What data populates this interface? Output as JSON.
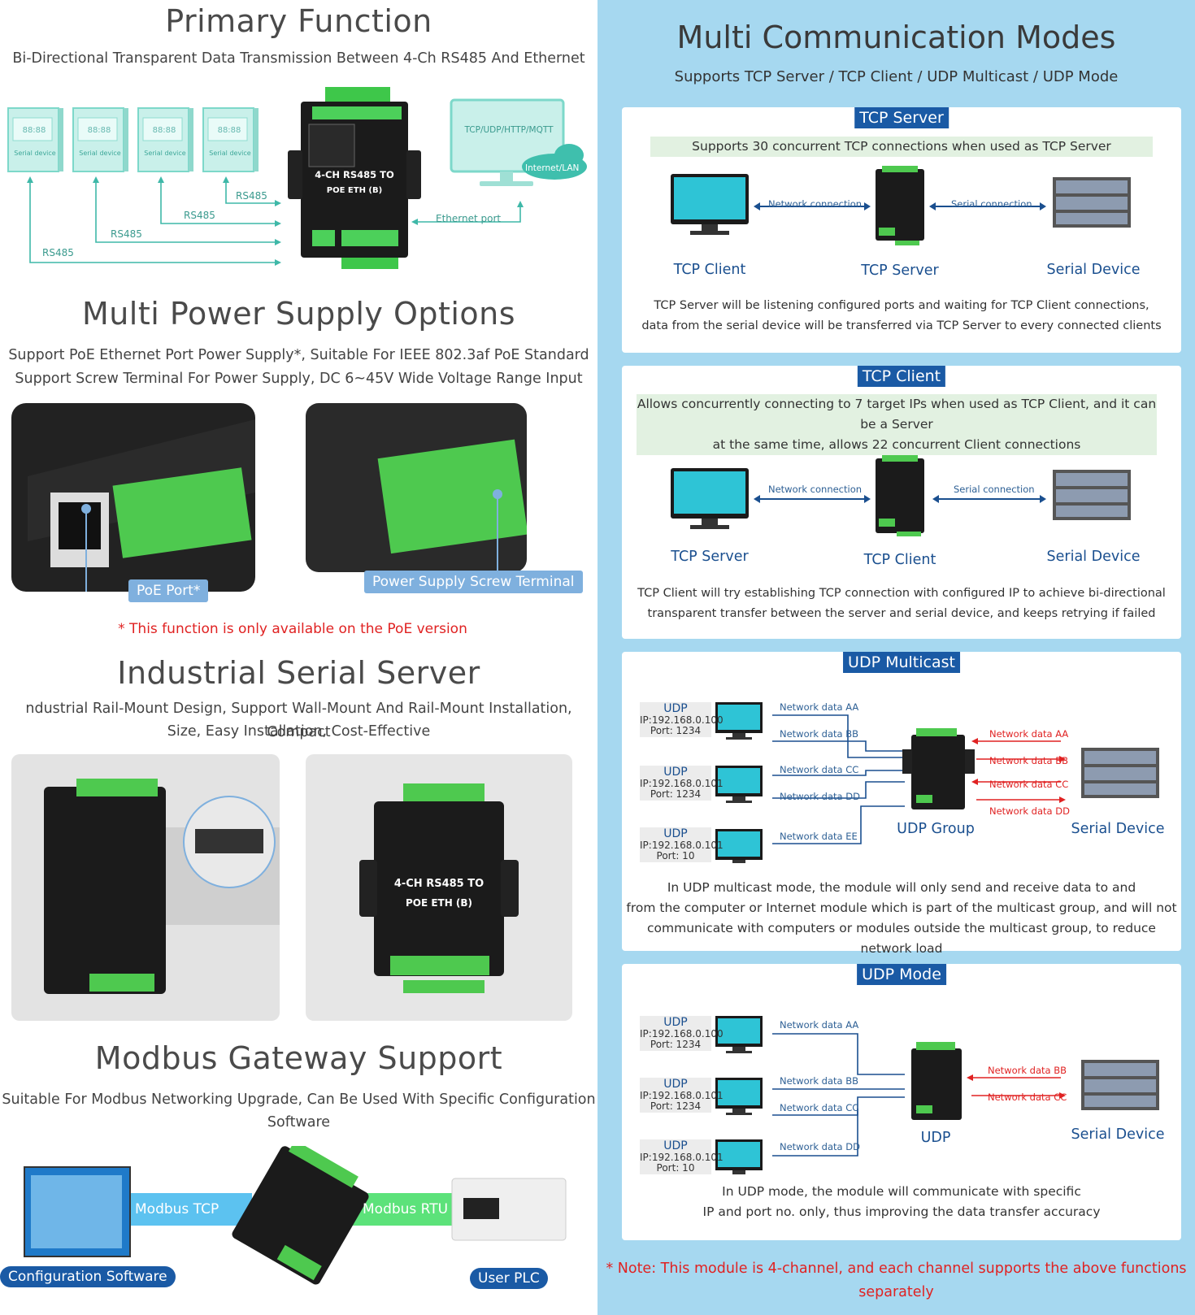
{
  "left": {
    "primary": {
      "title": "Primary Function",
      "subtitle": "Bi-Directional Transparent Data Transmission Between 4-Ch RS485 And Ethernet",
      "serial_device_label": "Serial device",
      "serial_display": "88:88",
      "rs485": "RS485",
      "ethernet_port": "Ethernet port",
      "pc_protocols": "TCP/UDP/HTTP/MQTT",
      "internet": "Internet/LAN",
      "device_line1": "4-CH RS485 TO",
      "device_line2": "POE ETH (B)"
    },
    "power": {
      "title": "Multi Power Supply Options",
      "line1": "Support PoE Ethernet Port Power Supply*, Suitable For IEEE 802.3af PoE Standard",
      "line2": "Support Screw Terminal For Power Supply, DC 6~45V Wide Voltage Range Input",
      "poe_port": "PoE Port*",
      "screw_terminal": "Power Supply Screw Terminal",
      "note": "* This function is only available on the PoE version"
    },
    "industrial": {
      "title": "Industrial Serial Server",
      "line1": "ndustrial Rail-Mount Design, Support Wall-Mount And Rail-Mount Installation, Compact",
      "line2": "Size, Easy Installation, Cost-Effective"
    },
    "modbus": {
      "title": "Modbus Gateway Support",
      "line1": "Suitable For Modbus Networking Upgrade, Can Be Used With Specific Configuration",
      "line2": "Software",
      "modbus_tcp": "Modbus TCP",
      "modbus_rtu": "Modbus RTU",
      "config_software": "Configuration Software",
      "user_plc": "User PLC"
    }
  },
  "right": {
    "title": "Multi Communication Modes",
    "subtitle": "Supports TCP Server / TCP Client / UDP Multicast / UDP Mode",
    "tcp_server": {
      "badge": "TCP Server",
      "bar": "Supports 30 concurrent TCP connections when used as TCP Server",
      "net_conn": "Network connection",
      "serial_conn": "Serial connection",
      "left_label": "TCP Client",
      "mid_label": "TCP Server",
      "right_label": "Serial Device",
      "desc1": "TCP Server will be listening configured ports and waiting for TCP Client connections,",
      "desc2": "data from the serial device will be transferred via TCP Server to every connected clients"
    },
    "tcp_client": {
      "badge": "TCP Client",
      "bar1": "Allows concurrently connecting to 7 target IPs when used as TCP Client, and it can be a Server",
      "bar2": "at the same time, allows 22 concurrent Client connections",
      "net_conn": "Network connection",
      "serial_conn": "Serial connection",
      "left_label": "TCP Server",
      "mid_label": "TCP Client",
      "right_label": "Serial Device",
      "desc1": "TCP Client will try establishing TCP connection with configured IP to achieve bi-directional",
      "desc2": "transparent transfer between the server and serial device, and keeps retrying if failed"
    },
    "udp_multicast": {
      "badge": "UDP Multicast",
      "hosts": [
        {
          "udp": "UDP",
          "ip": "IP:192.168.0.100",
          "port": "Port:  1234"
        },
        {
          "udp": "UDP",
          "ip": "IP:192.168.0.101",
          "port": "Port:  1234"
        },
        {
          "udp": "UDP",
          "ip": "IP:192.168.0.101",
          "port": "Port:  10"
        }
      ],
      "net_left": [
        "Network data AA",
        "Network data BB",
        "Network data CC",
        "Network data DD",
        "Network data EE"
      ],
      "net_right": [
        "Network data AA",
        "Network data BB",
        "Network data CC",
        "Network data DD"
      ],
      "mid_label": "UDP Group",
      "right_label": "Serial Device",
      "desc1": "In UDP multicast mode, the module will only send and receive data to and",
      "desc2": "from the computer or Internet module which is part of the multicast group, and will not",
      "desc3": "communicate with computers or modules outside the multicast group, to reduce network load"
    },
    "udp_mode": {
      "badge": "UDP Mode",
      "hosts": [
        {
          "udp": "UDP",
          "ip": "IP:192.168.0.100",
          "port": "Port:  1234"
        },
        {
          "udp": "UDP",
          "ip": "IP:192.168.0.101",
          "port": "Port:  1234"
        },
        {
          "udp": "UDP",
          "ip": "IP:192.168.0.101",
          "port": "Port:  10"
        }
      ],
      "net_left": [
        "Network data AA",
        "Network data BB",
        "Network data CC",
        "Network data DD"
      ],
      "net_right": [
        "Network data BB",
        "Network data CC"
      ],
      "mid_label": "UDP",
      "right_label": "Serial Device",
      "desc1": "In UDP mode, the module will communicate with specific",
      "desc2": "IP and port no. only, thus improving the data transfer accuracy"
    },
    "note1": "* Note: This module is 4-channel, and each channel supports the above functions",
    "note2": "separately"
  }
}
